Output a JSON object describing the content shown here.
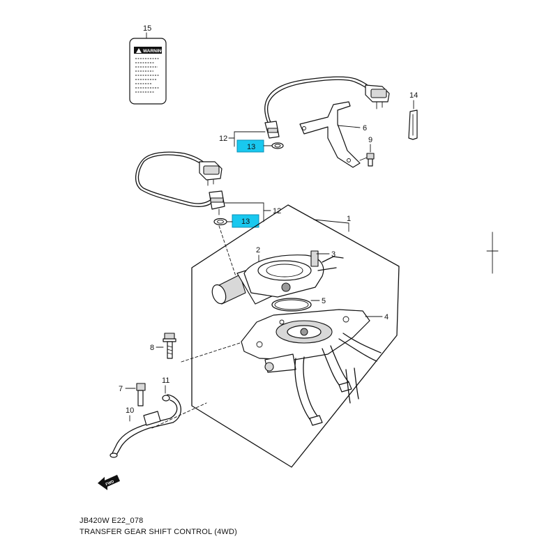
{
  "diagram": {
    "code": "JB420W E22_078",
    "title": "TRANSFER GEAR SHIFT CONTROL (4WD)",
    "warning_label_text": "WARNING",
    "fwd_arrow_text": "FWD",
    "highlight_color": "#19c8ef",
    "callouts": {
      "c1": "1",
      "c2": "2",
      "c3": "3",
      "c4": "4",
      "c5": "5",
      "c6": "6",
      "c7": "7",
      "c8": "8",
      "c9": "9",
      "c10": "10",
      "c11": "11",
      "c12a": "12",
      "c12b": "12",
      "c13a": "13",
      "c13b": "13",
      "c14": "14",
      "c15": "15"
    }
  }
}
